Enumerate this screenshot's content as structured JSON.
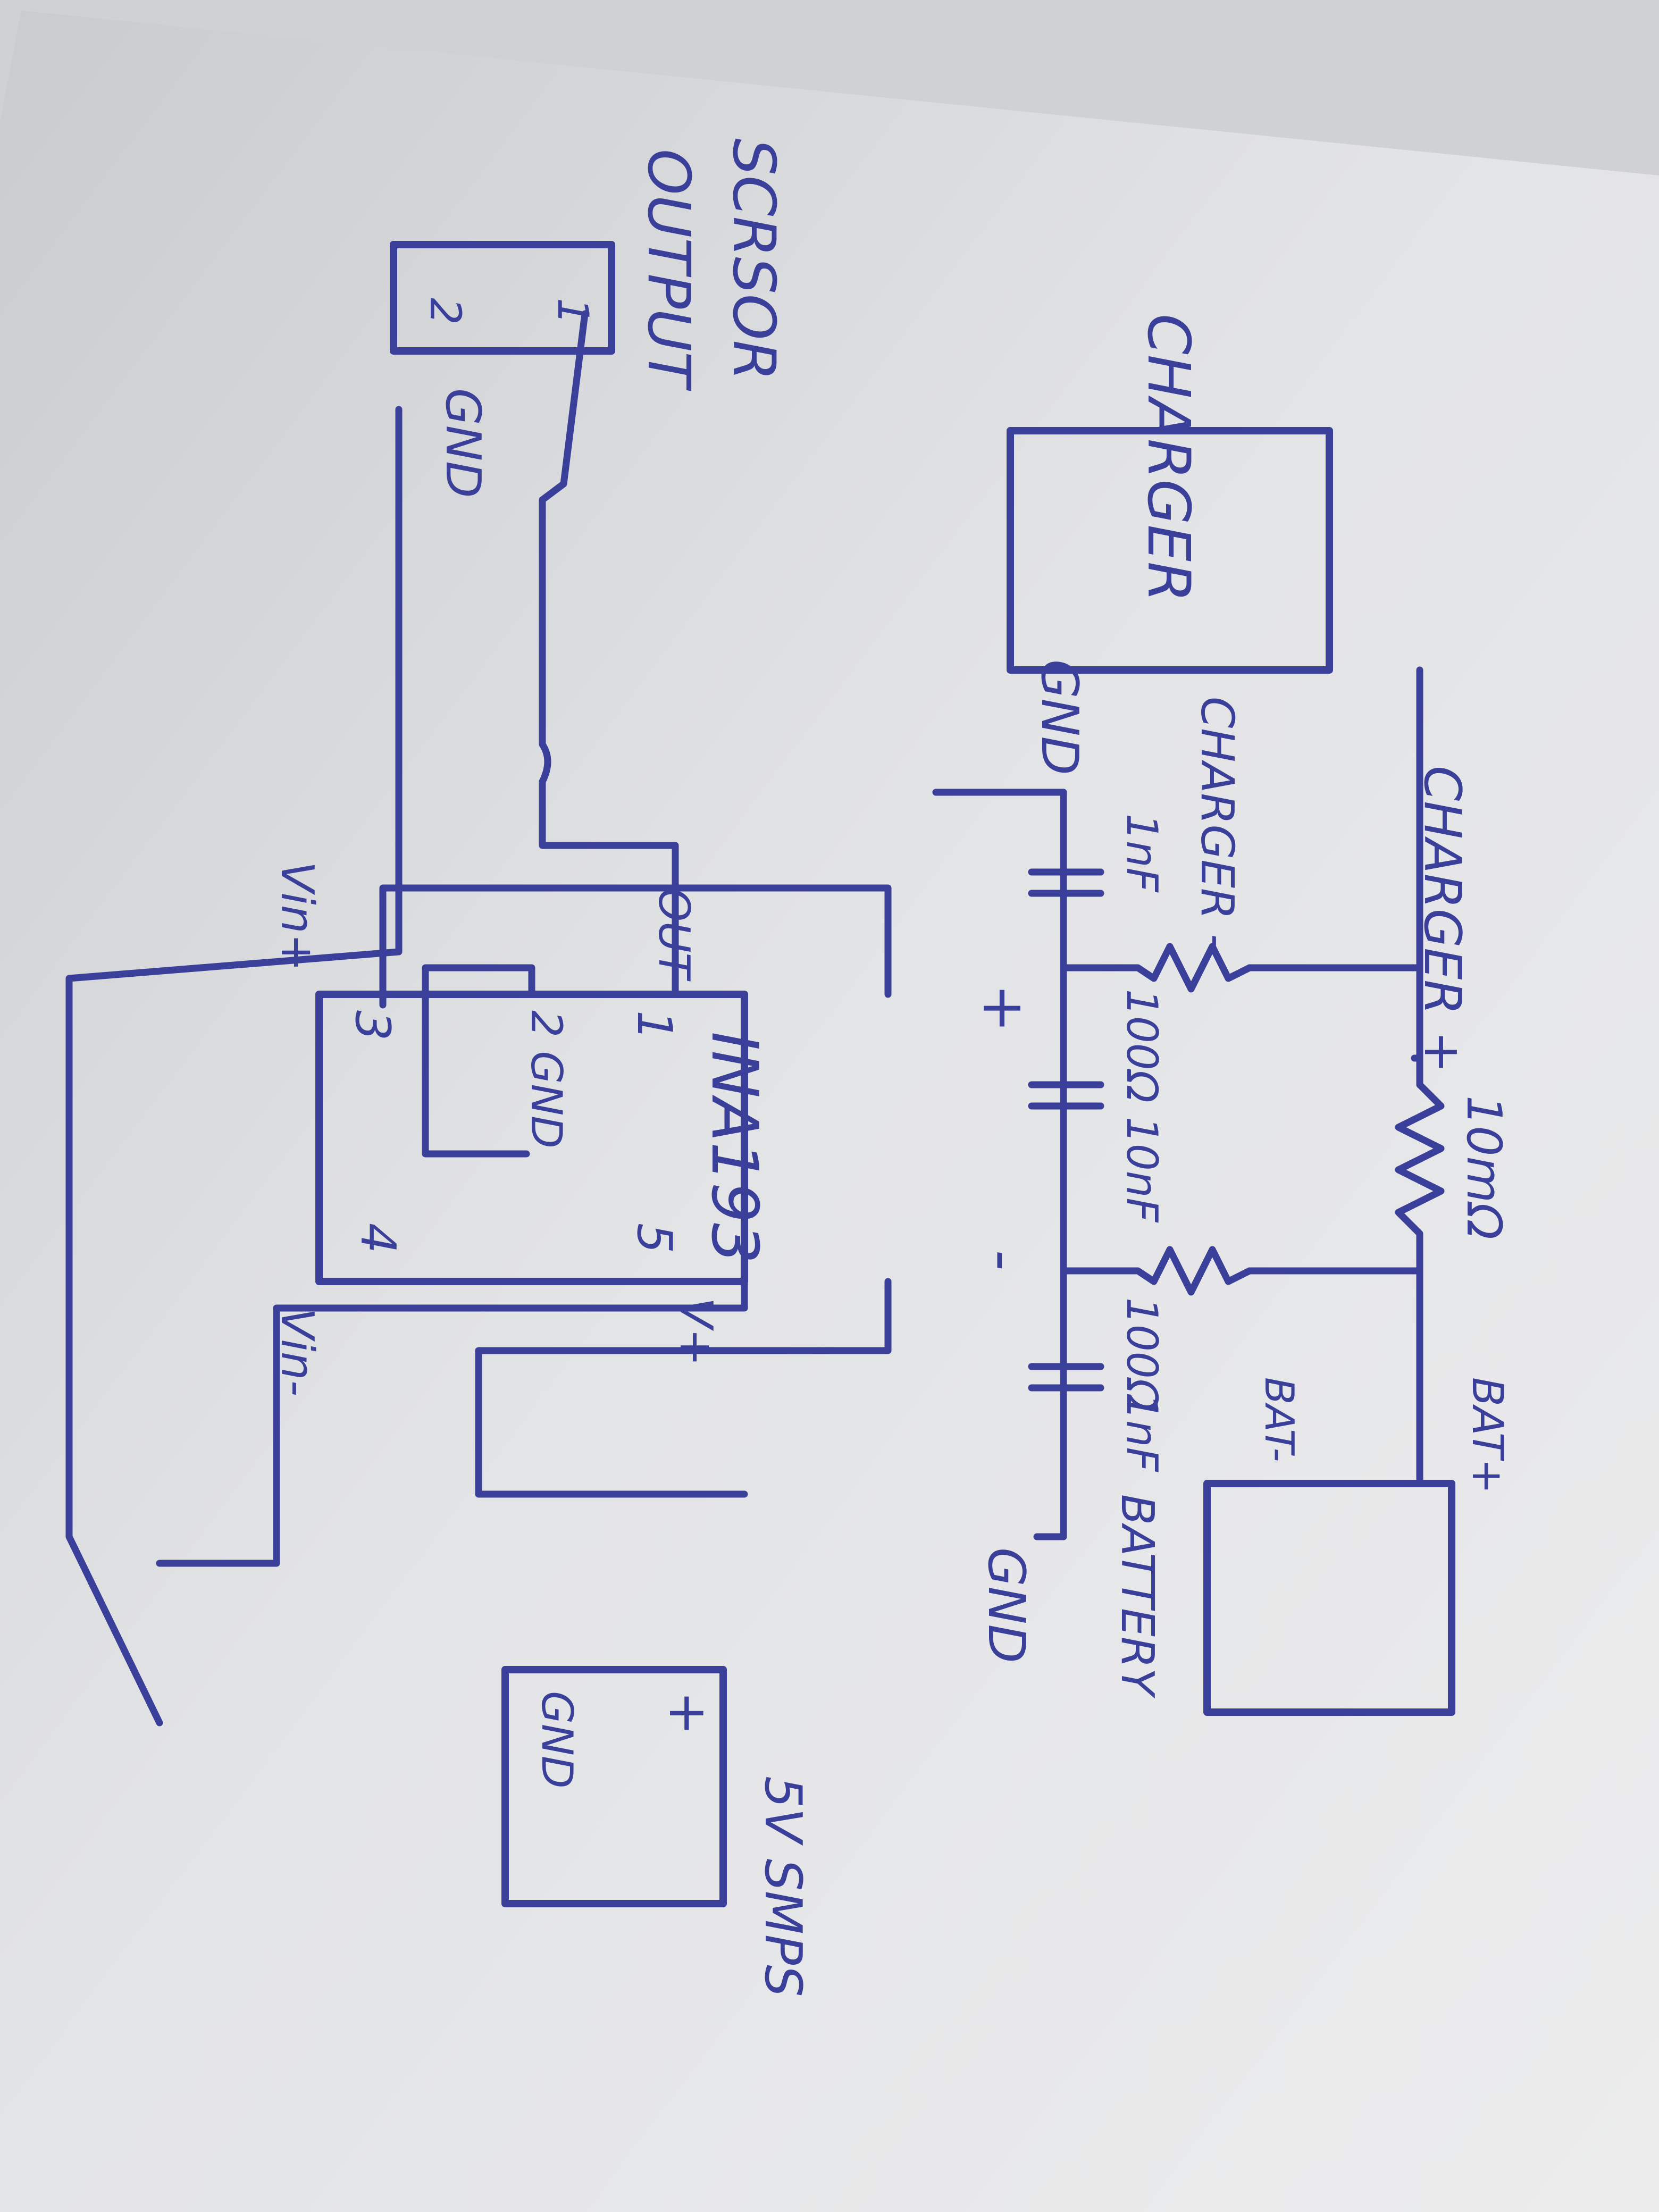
{
  "diagram": {
    "labels": {
      "sensor_output": [
        "SCRSOR",
        "OUTPUT"
      ],
      "sensor_pin1": "1",
      "sensor_pin2": "2",
      "sensor_gnd": "GND",
      "charger": "CHARGER",
      "charger_plus": "CHARGER +",
      "charger_minus": "CHARGER -",
      "gnd_top": "GND",
      "cap_top": "1nF",
      "res_top": "100Ω",
      "res_shunt": "10mΩ",
      "cap_mid": "10nF",
      "res_bottom": "100Ω",
      "cap_bottom": "1nF",
      "gnd_bottom": "GND",
      "bat_plus": "BAT+",
      "bat_minus": "BAT-",
      "battery": "BATTERY",
      "ic_name": "INA193",
      "pin1": "1",
      "pin2": "2 GND",
      "pin3": "3",
      "pin4": "4",
      "pin5": "5",
      "out_label": "OUT",
      "vin_plus": "Vin+",
      "vin_minus": "Vin-",
      "vplus": "V+",
      "plus_node": "+",
      "minus_node": "-",
      "smps": "5V SMPS",
      "smps_plus": "+",
      "smps_gnd": "GND"
    }
  }
}
